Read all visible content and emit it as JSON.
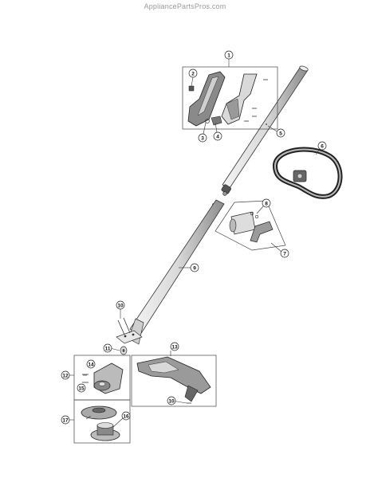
{
  "watermark": "AppliancePartsPros.com",
  "callouts": [
    "1",
    "2",
    "3",
    "4",
    "5",
    "6",
    "7",
    "8",
    "9",
    "10",
    "10",
    "11",
    "12",
    "13",
    "14",
    "15",
    "16",
    "17"
  ]
}
